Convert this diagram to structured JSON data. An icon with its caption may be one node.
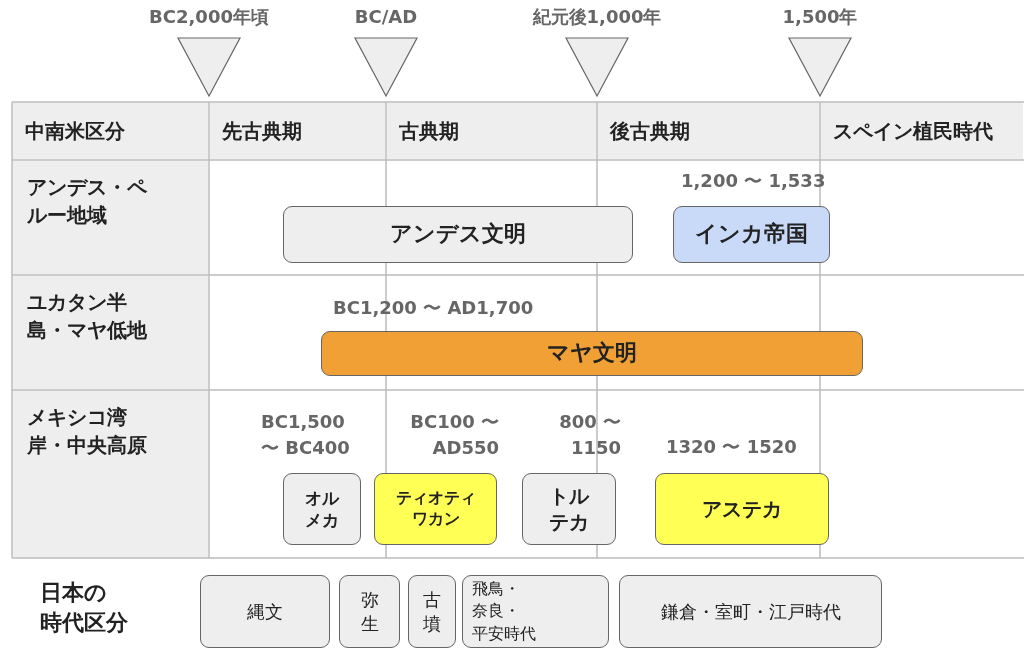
{
  "diagram": {
    "nodes": [
      {
        "text": [
          "アンデス文明"
        ]
      },
      {
        "text": [
          "インカ帝国"
        ],
        "beside": [
          "1,200 〜 1,533"
        ]
      },
      {
        "text": [
          "マヤ文明"
        ],
        "beside": [
          "BC1,200 〜 AD1,700"
        ]
      },
      {
        "text": [
          "オルメカ"
        ],
        "beside": [
          "BC1,500 〜 BC400"
        ]
      },
      {
        "text": [
          "ティオティワカン"
        ],
        "beside": [
          "BC100 〜 AD550"
        ]
      },
      {
        "text": [
          "トルテカ"
        ],
        "beside": [
          "800 〜 1150"
        ]
      },
      {
        "text": [
          "アステカ"
        ],
        "beside": [
          "1320 〜 1520"
        ]
      },
      {
        "text": [
          "縄文"
        ]
      },
      {
        "text": [
          "弥生"
        ]
      },
      {
        "text": [
          "古墳"
        ]
      },
      {
        "text": [
          "飛鳥・奈良・平安時代"
        ]
      },
      {
        "text": [
          "鎌倉・室町・江戸時代"
        ]
      }
    ],
    "labels": [
      "BC2,000年頃",
      "BC/AD",
      "紀元後1,000年",
      "1,500年",
      "中南米区分",
      "先古典期",
      "古典期",
      "後古典期",
      "スペイン植民時代",
      "アンデス・ペルー地域",
      "ユカタン半島・マヤ低地",
      "メキシコ湾岸・中央高原",
      "日本の時代区分"
    ]
  }
}
